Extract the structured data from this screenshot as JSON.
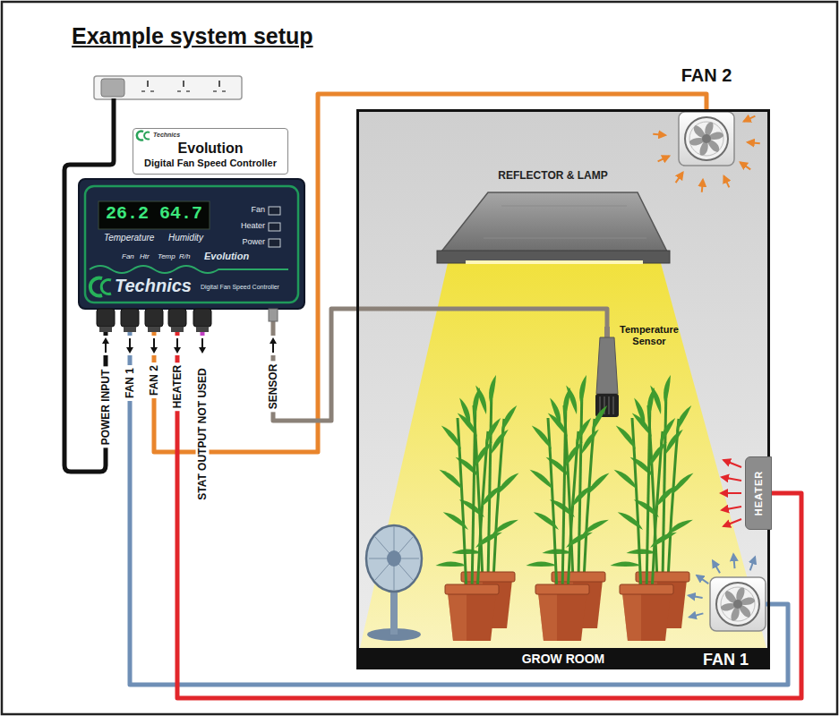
{
  "diagram": {
    "title": "Example system setup",
    "nodes": [
      {
        "text": [
          "Technics",
          "Evolution",
          "Digital Fan Speed Controller"
        ]
      },
      {
        "text": [
          "26.2",
          "64.7",
          "Fan",
          "Heater",
          "Power",
          "Temperature",
          "Humidity",
          "Fan",
          "Htr",
          "Temp",
          "R/h",
          "Evolution",
          "Technics",
          "Digital Fan Speed Controller"
        ]
      },
      {
        "text": [
          "GROW ROOM"
        ]
      },
      {
        "text": [
          "FAN 2"
        ],
        "in": 2
      },
      {
        "text": [
          "REFLECTOR & LAMP"
        ],
        "in": 2
      },
      {
        "text": [
          "Temperature Sensor"
        ],
        "in": 2
      },
      {
        "text": [
          "HEATER"
        ],
        "in": 2
      },
      {
        "text": [
          "FAN 1"
        ],
        "in": 2
      }
    ],
    "edges": [
      {
        "from": 1,
        "to": 7,
        "arrow": "none"
      },
      {
        "from": 1,
        "to": 3,
        "arrow": "none"
      },
      {
        "from": 1,
        "to": 6,
        "arrow": "none"
      },
      {
        "from": 1,
        "to": 5,
        "arrow": "none"
      }
    ],
    "labels": [
      "POWER INPUT",
      "FAN 1",
      "FAN 2",
      "HEATER",
      "STAT OUTPUT NOT USED",
      "SENSOR"
    ]
  }
}
